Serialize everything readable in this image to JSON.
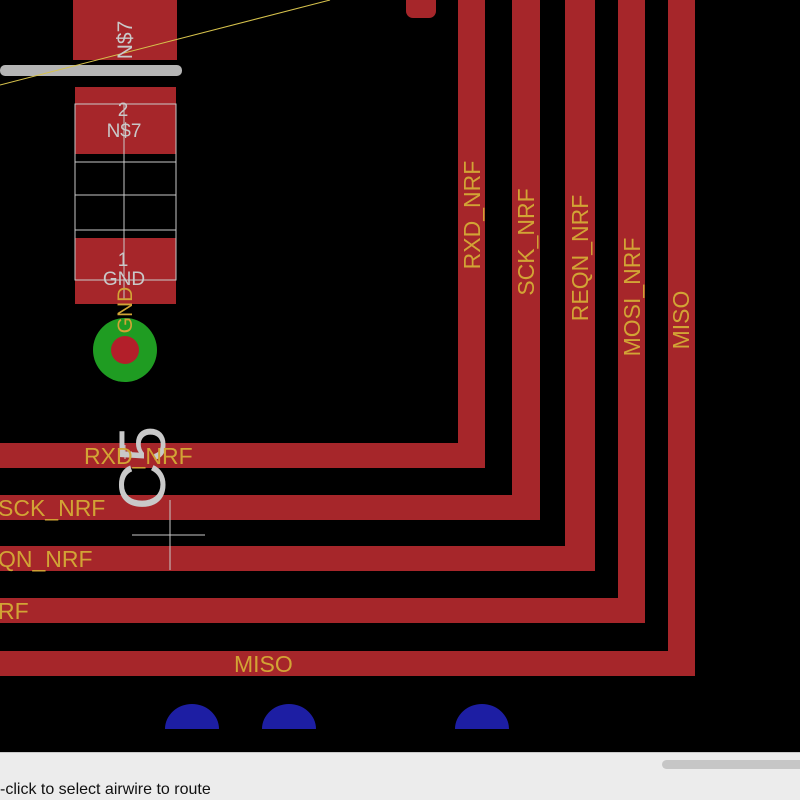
{
  "board": {
    "colors": {
      "background": "#000000",
      "top_copper": "#a6262a",
      "bottom_copper": "#1d1ea3",
      "via": "#1f9c22",
      "drill": "#b31f2a",
      "signal_label": "#d2a435",
      "silk": "#c9c9c9",
      "airwire": "#d6c24c"
    },
    "component": {
      "name_label": "C5",
      "pad_top": {
        "pad_number": "2",
        "net": "N$7"
      },
      "pad_bottom": {
        "pad_number": "1",
        "net": "GND"
      },
      "upper_pad_net": "N$7"
    },
    "via_net": "GND",
    "vertical_trace_labels": [
      "RXD_NRF",
      "SCK_NRF",
      "REQN_NRF",
      "MOSI_NRF",
      "MISO"
    ],
    "horizontal_trace_labels": [
      "RXD_NRF",
      "SCK_NRF",
      "QN_NRF",
      "RF",
      "MISO"
    ]
  },
  "statusbar": {
    "message": "-click to select airwire to route"
  }
}
